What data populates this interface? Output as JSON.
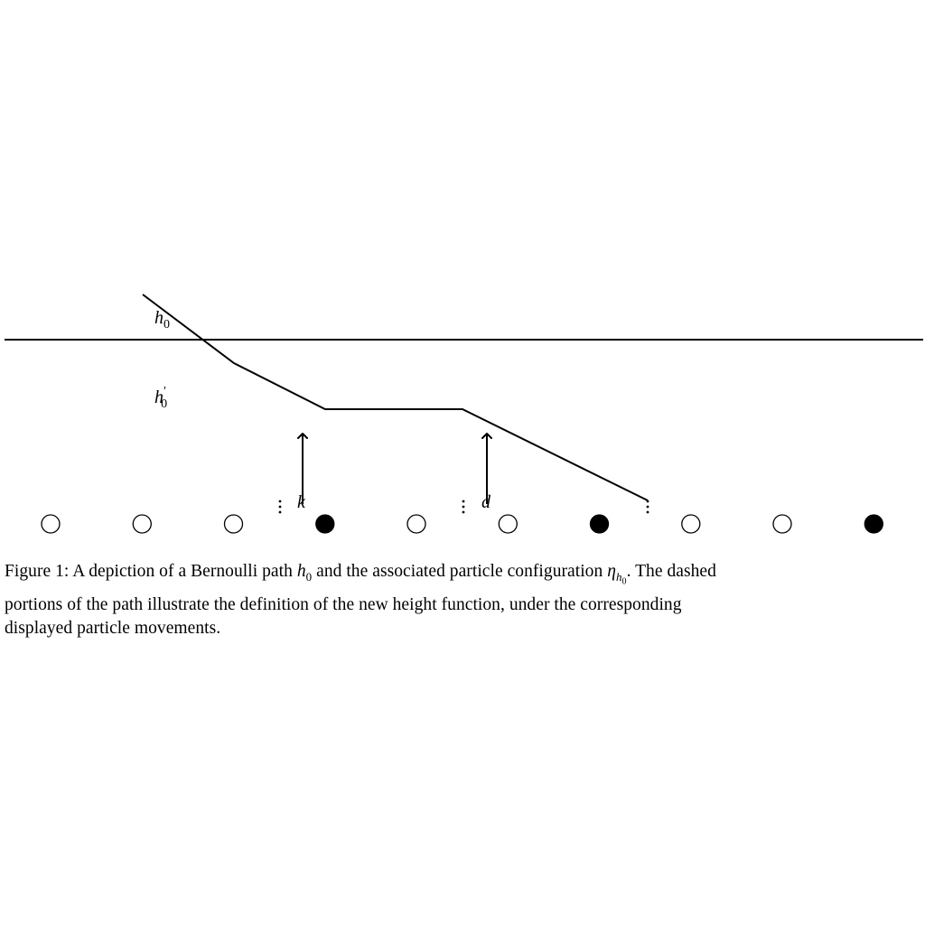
{
  "figure": {
    "labels": {
      "h0": {
        "base": "h",
        "sub": "0"
      },
      "h0_prime": {
        "base": "h",
        "prime": "′",
        "sub": "0"
      },
      "k": "k",
      "d": "d"
    },
    "site_states": [
      "empty",
      "empty",
      "empty",
      "filled",
      "empty",
      "empty",
      "filled",
      "empty",
      "empty",
      "filled",
      "empty",
      "empty",
      "empty"
    ]
  },
  "caption": {
    "prefix": "Figure 1:",
    "text1": " A depiction of a Bernoulli path ",
    "h_base": "h",
    "h_sub": "0",
    "text2": " and the associated particle configuration ",
    "eta": "η",
    "eta_sub_base": "h",
    "eta_sub_sub": "0",
    "text3": ". The dashed portions of the path illustrate the definition of the new height function, under the corresponding displayed particle movements."
  }
}
